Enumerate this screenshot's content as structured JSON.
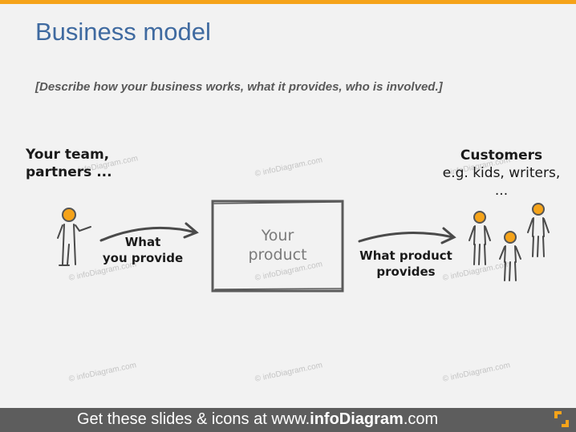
{
  "slide": {
    "title": "Business model",
    "subtitle": "[Describe how your business works, what it provides, who is involved.]",
    "team_line1": "Your team,",
    "team_line2": "partners ...",
    "customers_line1": "Customers",
    "customers_line2": "e.g. kids, writers,",
    "customers_line3": "...",
    "provide_line1": "What",
    "provide_line2": "you provide",
    "product_line1": "Your",
    "product_line2": "product",
    "product_provides_line1": "What product",
    "product_provides_line2": "provides",
    "watermark": "© infoDiagram.com"
  },
  "footer": {
    "prefix": "Get these slides & icons at www.",
    "brand": "infoDiagram",
    "suffix": ".com"
  },
  "colors": {
    "accent": "#f5a31a",
    "title": "#3f6aa0",
    "footer_bg": "#5d5d5d"
  },
  "icons": [
    "person-icon",
    "arrow-icon",
    "logo-mark-icon"
  ]
}
